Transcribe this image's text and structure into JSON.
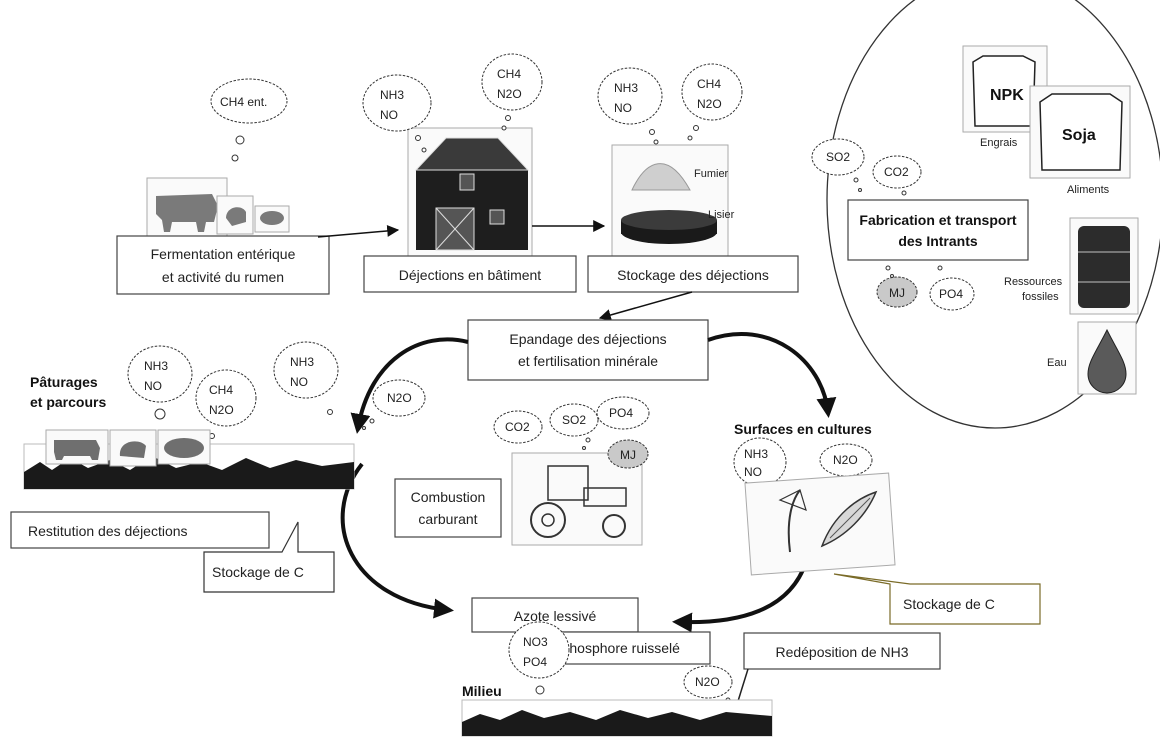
{
  "labels": {
    "fermentation_1": "Fermentation entérique",
    "fermentation_2": "et activité du rumen",
    "dejections_batiment": "Déjections en bâtiment",
    "stockage_dejections": "Stockage des déjections",
    "fumier": "Fumier",
    "lisier": "Lisier",
    "epandage_1": "Epandage des déjections",
    "epandage_2": "et fertilisation minérale",
    "paturages_1": "Pâturages",
    "paturages_2": "et parcours",
    "restitution": "Restitution des déjections",
    "stockage_c_left": "Stockage de C",
    "stockage_c_right": "Stockage de C",
    "combustion_1": "Combustion",
    "combustion_2": "carburant",
    "surfaces": "Surfaces en cultures",
    "azote": "Azote lessivé",
    "phosphore": "Phosphore ruisselé",
    "redeposition": "Redéposition de NH3",
    "milieu": "Milieu",
    "fabrication_1": "Fabrication et transport",
    "fabrication_2": "des Intrants",
    "npk": "NPK",
    "engrais": "Engrais",
    "soja": "Soja",
    "aliments": "Aliments",
    "ressources_1": "Ressources",
    "ressources_2": "fossiles",
    "eau": "Eau"
  },
  "gases": {
    "ch4_ent": "CH4 ent.",
    "nh3": "NH3",
    "no": "NO",
    "ch4": "CH4",
    "n2o": "N2O",
    "n2o_plain": "N2O",
    "so2": "SO2",
    "co2": "CO2",
    "mj": "MJ",
    "po4": "PO4",
    "no3": "NO3"
  }
}
